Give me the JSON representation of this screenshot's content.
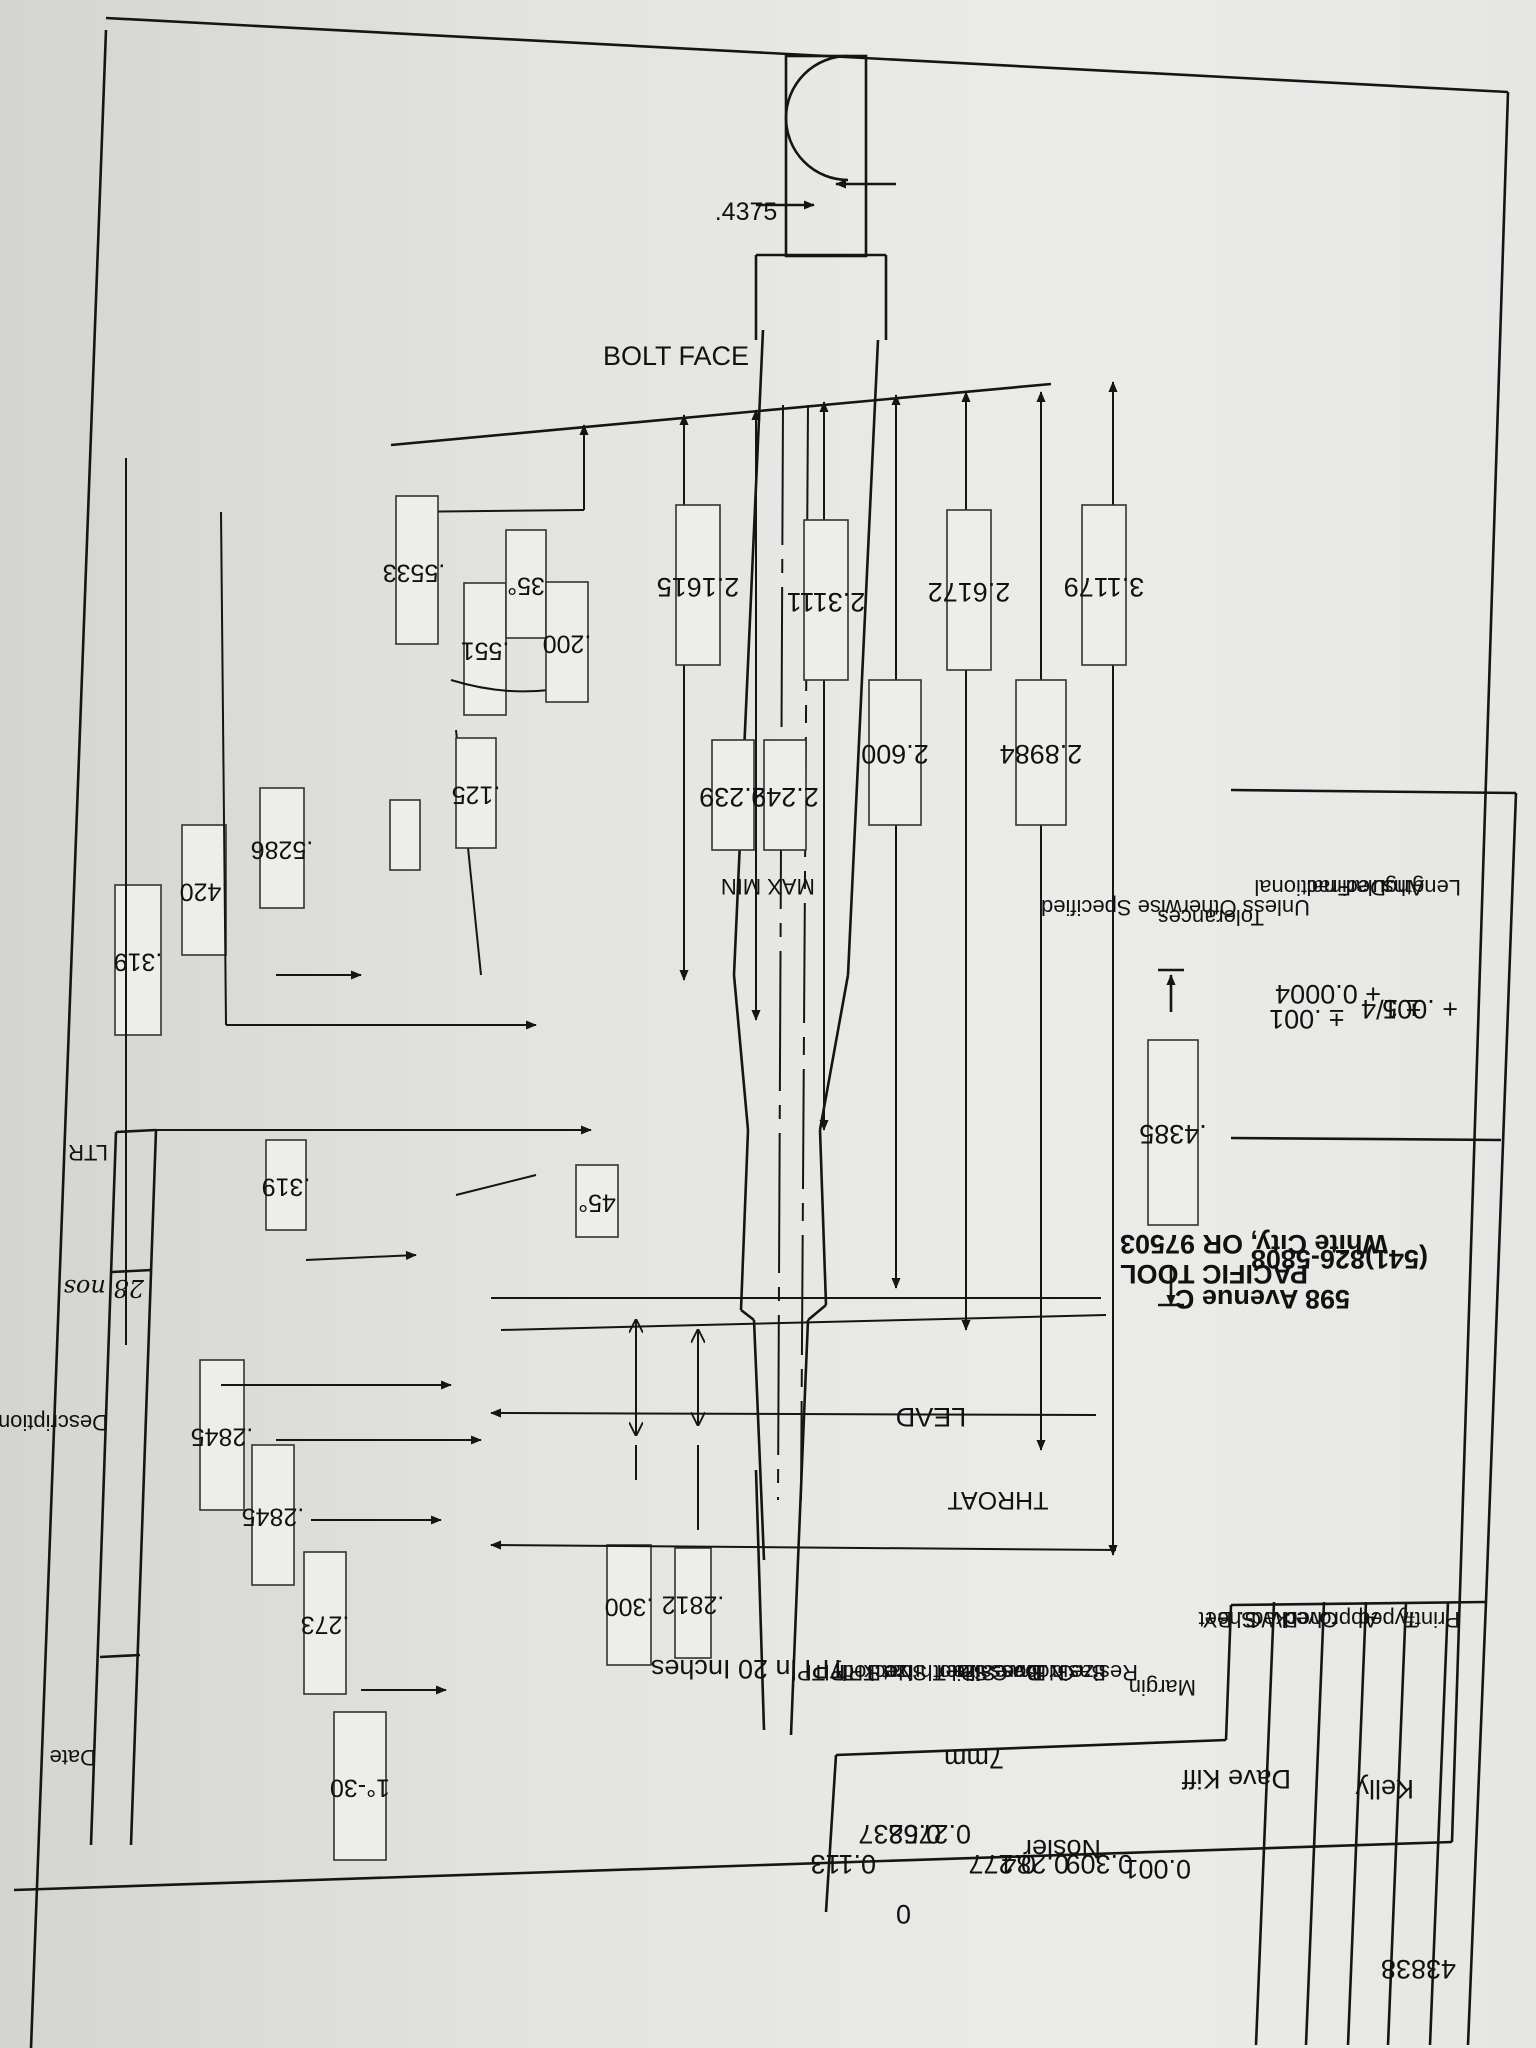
{
  "drawing": {
    "bolt_face_label": "BOLT FACE",
    "lead_label": "LEAD",
    "throat_label": "THROAT",
    "bolt_dia": ".4375",
    "dims": {
      "d5533": ".5533",
      "d551": ".551",
      "d35deg": "35°",
      "d200": ".200",
      "d2_1615": "2.1615",
      "d2_3111": "2.3111",
      "d2_6172": "2.6172",
      "d3_1179": "3.1179",
      "d125": ".125",
      "d2_239": "2.239",
      "min_label": "MIN",
      "d2_249": "2.249",
      "max_label": "MAX",
      "d2_600": "2.600",
      "d2_8984": "2.8984",
      "d5286": ".5286",
      "d420": ".420",
      "d319a": ".319",
      "d319b": ".319",
      "d45deg": "45°",
      "d4385": ".4385",
      "d2845a": ".2845",
      "d2845b": ".2845",
      "d273": ".273",
      "d1_30": "1°-30",
      "d300": ".300",
      "d2812": ".2812"
    }
  },
  "revision": {
    "ltr": "LTR",
    "description": "Description",
    "date": "Date",
    "entry": "28 nos"
  },
  "tolerances": {
    "title": "Tolerances",
    "subtitle": "Unless Otherwise Specified",
    "rows": [
      {
        "label": "Fractional",
        "value": "± .001"
      },
      {
        "label": "Decimal",
        "value": "+ 0.0004"
      },
      {
        "label": "Angular",
        "value": "± 1/4"
      },
      {
        "label": "Lengths",
        "value": "+ .005"
      }
    ]
  },
  "company": {
    "name": "PACIFIC TOOL",
    "street": "598 Avenue C",
    "city": "White City, OR 97503",
    "phone": "(541)826-5808"
  },
  "specs": {
    "title": "TPI in 20 Inches",
    "rows": [
      {
        "label": "Body TPI",
        "value": "0.113"
      },
      {
        "label": "Neck TPI",
        "value": "0"
      },
      {
        "label": "Throat TPI",
        "value": "0.5237"
      },
      {
        "label": "Pilot Size",
        "value": "0.2768"
      },
      {
        "label": "Caliber",
        "value": "7mm"
      },
      {
        "label": "Bore Size",
        "value": "0.277"
      },
      {
        "label": "Groove Size",
        "value": "0.284"
      },
      {
        "label": "Basic Brass",
        "value": "Nosler"
      },
      {
        "label": "Resize N.D.",
        "value": "0.309"
      },
      {
        "label": "Margin",
        "value": "0.001"
      }
    ]
  },
  "title_block": {
    "sheet_label": "Sheet",
    "sheet_value": "",
    "dwg_by_label": "DWG. BY",
    "dwg_by_value": "Dave Kiff",
    "checked_label": "Checked",
    "checked_value": "",
    "approved_label": "Approved",
    "approved_value": "",
    "typed_label": "Typed",
    "typed_value": "Kelly",
    "print_label": "Print#",
    "print_value": "43838"
  }
}
